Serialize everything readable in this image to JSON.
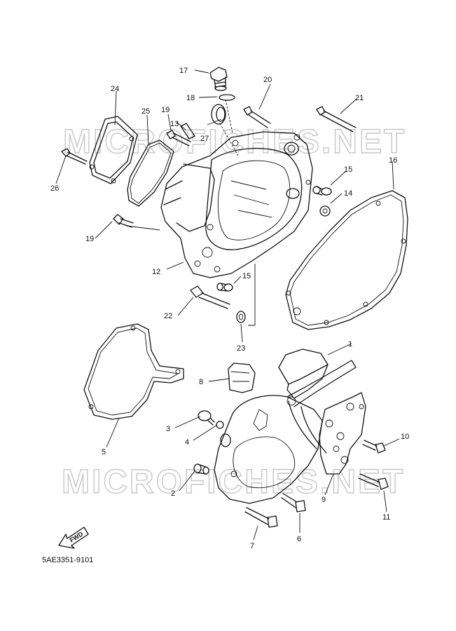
{
  "diagram": {
    "catalog_number": "5AE3351-9101",
    "watermark": "MICROFICHES.NET",
    "fwd_label": "FWD",
    "callouts": [
      {
        "id": "c1",
        "label": "1"
      },
      {
        "id": "c2",
        "label": "2"
      },
      {
        "id": "c3",
        "label": "3"
      },
      {
        "id": "c4",
        "label": "4"
      },
      {
        "id": "c5",
        "label": "5"
      },
      {
        "id": "c6",
        "label": "6"
      },
      {
        "id": "c7",
        "label": "7"
      },
      {
        "id": "c8",
        "label": "8"
      },
      {
        "id": "c9",
        "label": "9"
      },
      {
        "id": "c10",
        "label": "10"
      },
      {
        "id": "c11",
        "label": "11"
      },
      {
        "id": "c12",
        "label": "12"
      },
      {
        "id": "c13",
        "label": "13"
      },
      {
        "id": "c14",
        "label": "14"
      },
      {
        "id": "c15a",
        "label": "15"
      },
      {
        "id": "c15b",
        "label": "15"
      },
      {
        "id": "c16",
        "label": "16"
      },
      {
        "id": "c17",
        "label": "17"
      },
      {
        "id": "c18",
        "label": "18"
      },
      {
        "id": "c19a",
        "label": "19"
      },
      {
        "id": "c19b",
        "label": "19"
      },
      {
        "id": "c20",
        "label": "20"
      },
      {
        "id": "c21",
        "label": "21"
      },
      {
        "id": "c22",
        "label": "22"
      },
      {
        "id": "c23",
        "label": "23"
      },
      {
        "id": "c24",
        "label": "24"
      },
      {
        "id": "c25",
        "label": "25"
      },
      {
        "id": "c26",
        "label": "26"
      },
      {
        "id": "c27",
        "label": "27"
      }
    ]
  }
}
